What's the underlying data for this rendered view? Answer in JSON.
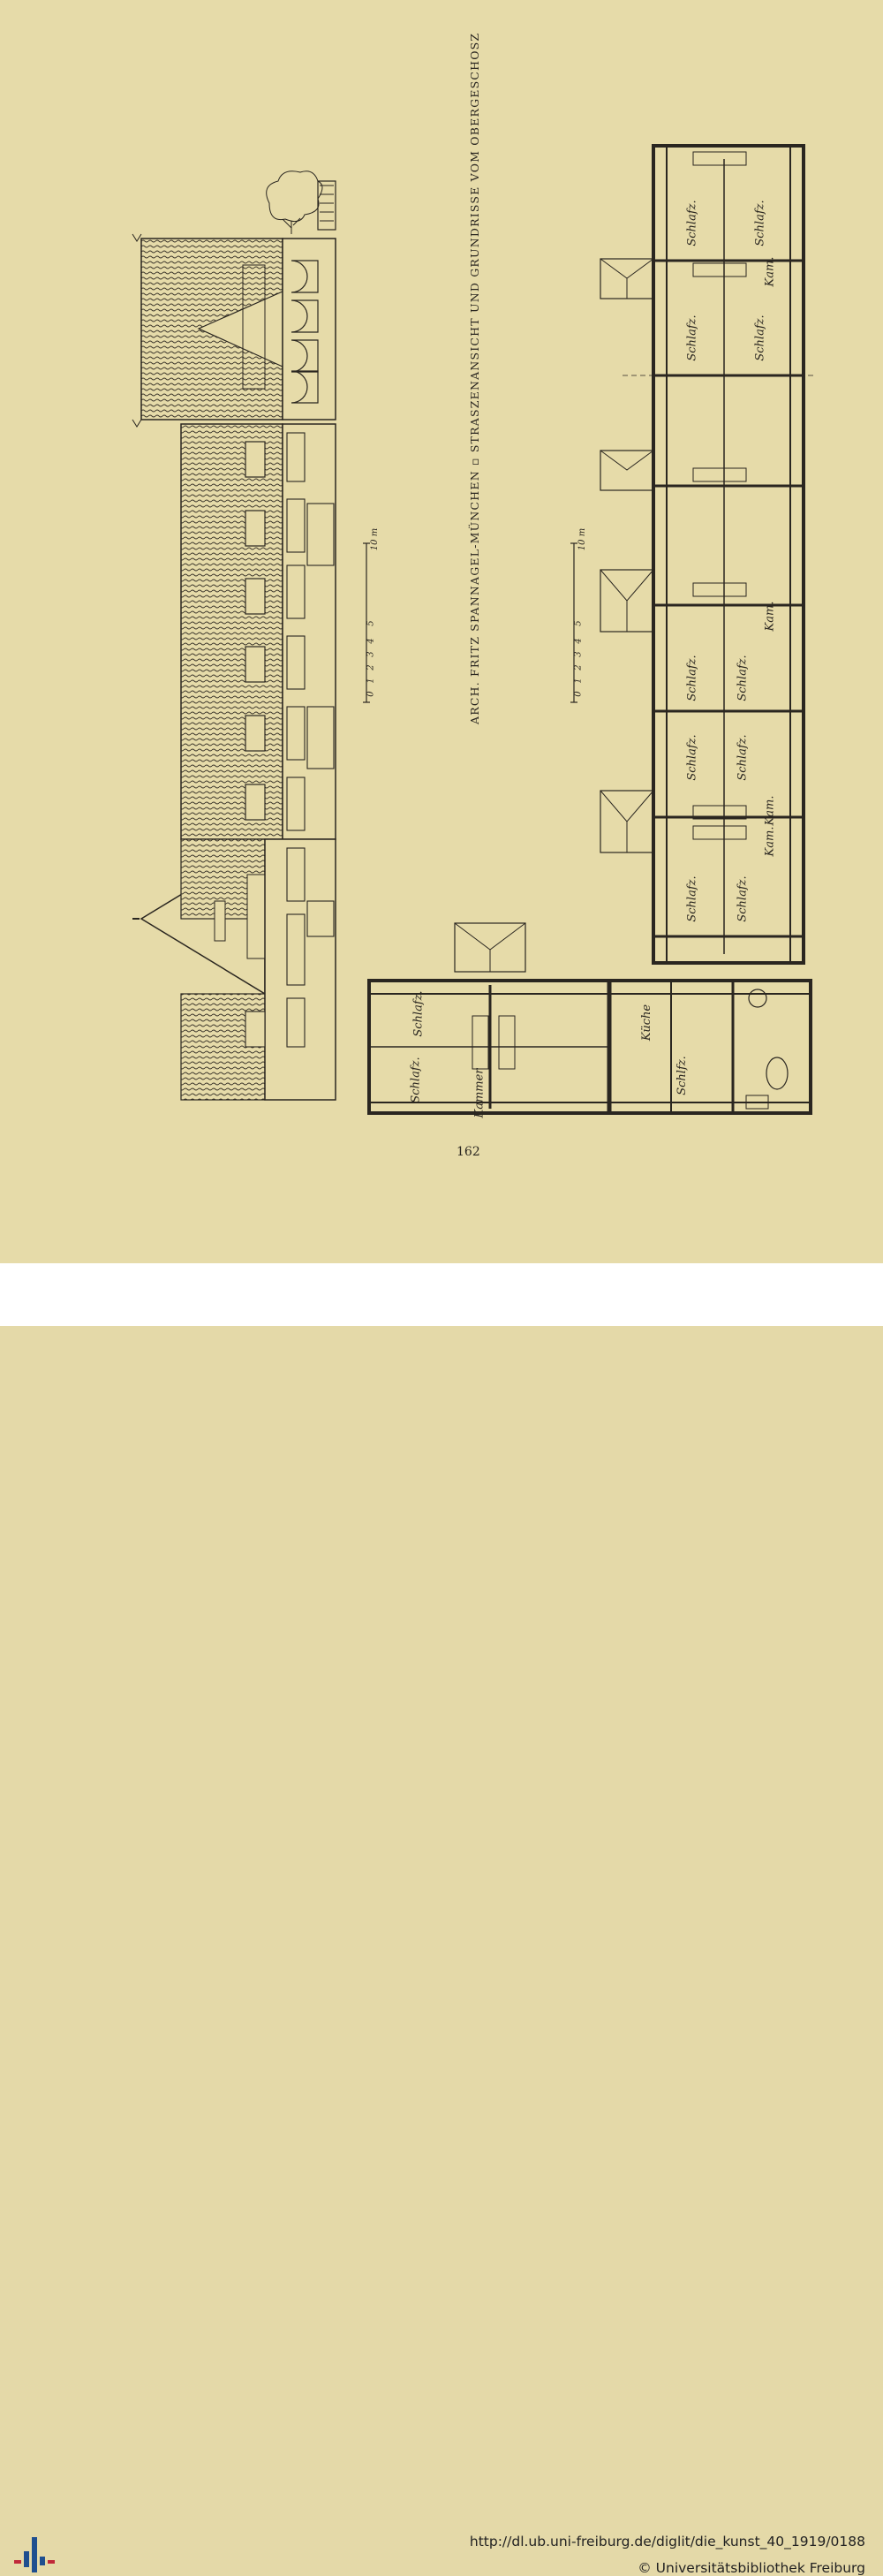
{
  "caption": "ARCH. FRITZ SPANNAGEL-MÜNCHEN ▫ STRASZENANSICHT UND GRUNDRISSE VOM OBERGESCHOSZ",
  "page_number": "162",
  "scale_elevation": {
    "ticks": [
      "0",
      "1",
      "2",
      "3",
      "4",
      "5"
    ],
    "end_label": "10 m"
  },
  "scale_plan": {
    "ticks": [
      "0",
      "1",
      "2",
      "3",
      "4",
      "5"
    ],
    "end_label": "10 m"
  },
  "room_labels": {
    "schlafz": "Schlafz.",
    "kammer": "Kammer",
    "kueche": "Küche",
    "kam": "Kam.",
    "schlfz": "Schlfz."
  },
  "footer": {
    "url": "http://dl.ub.uni-freiburg.de/diglit/die_kunst_40_1919/0188",
    "copyright": "© Universitätsbibliothek Freiburg"
  },
  "colors": {
    "paper": "#e6dba9",
    "ink": "#2a2620",
    "logo_blue": "#1f4f8f",
    "logo_red": "#c0293a"
  }
}
